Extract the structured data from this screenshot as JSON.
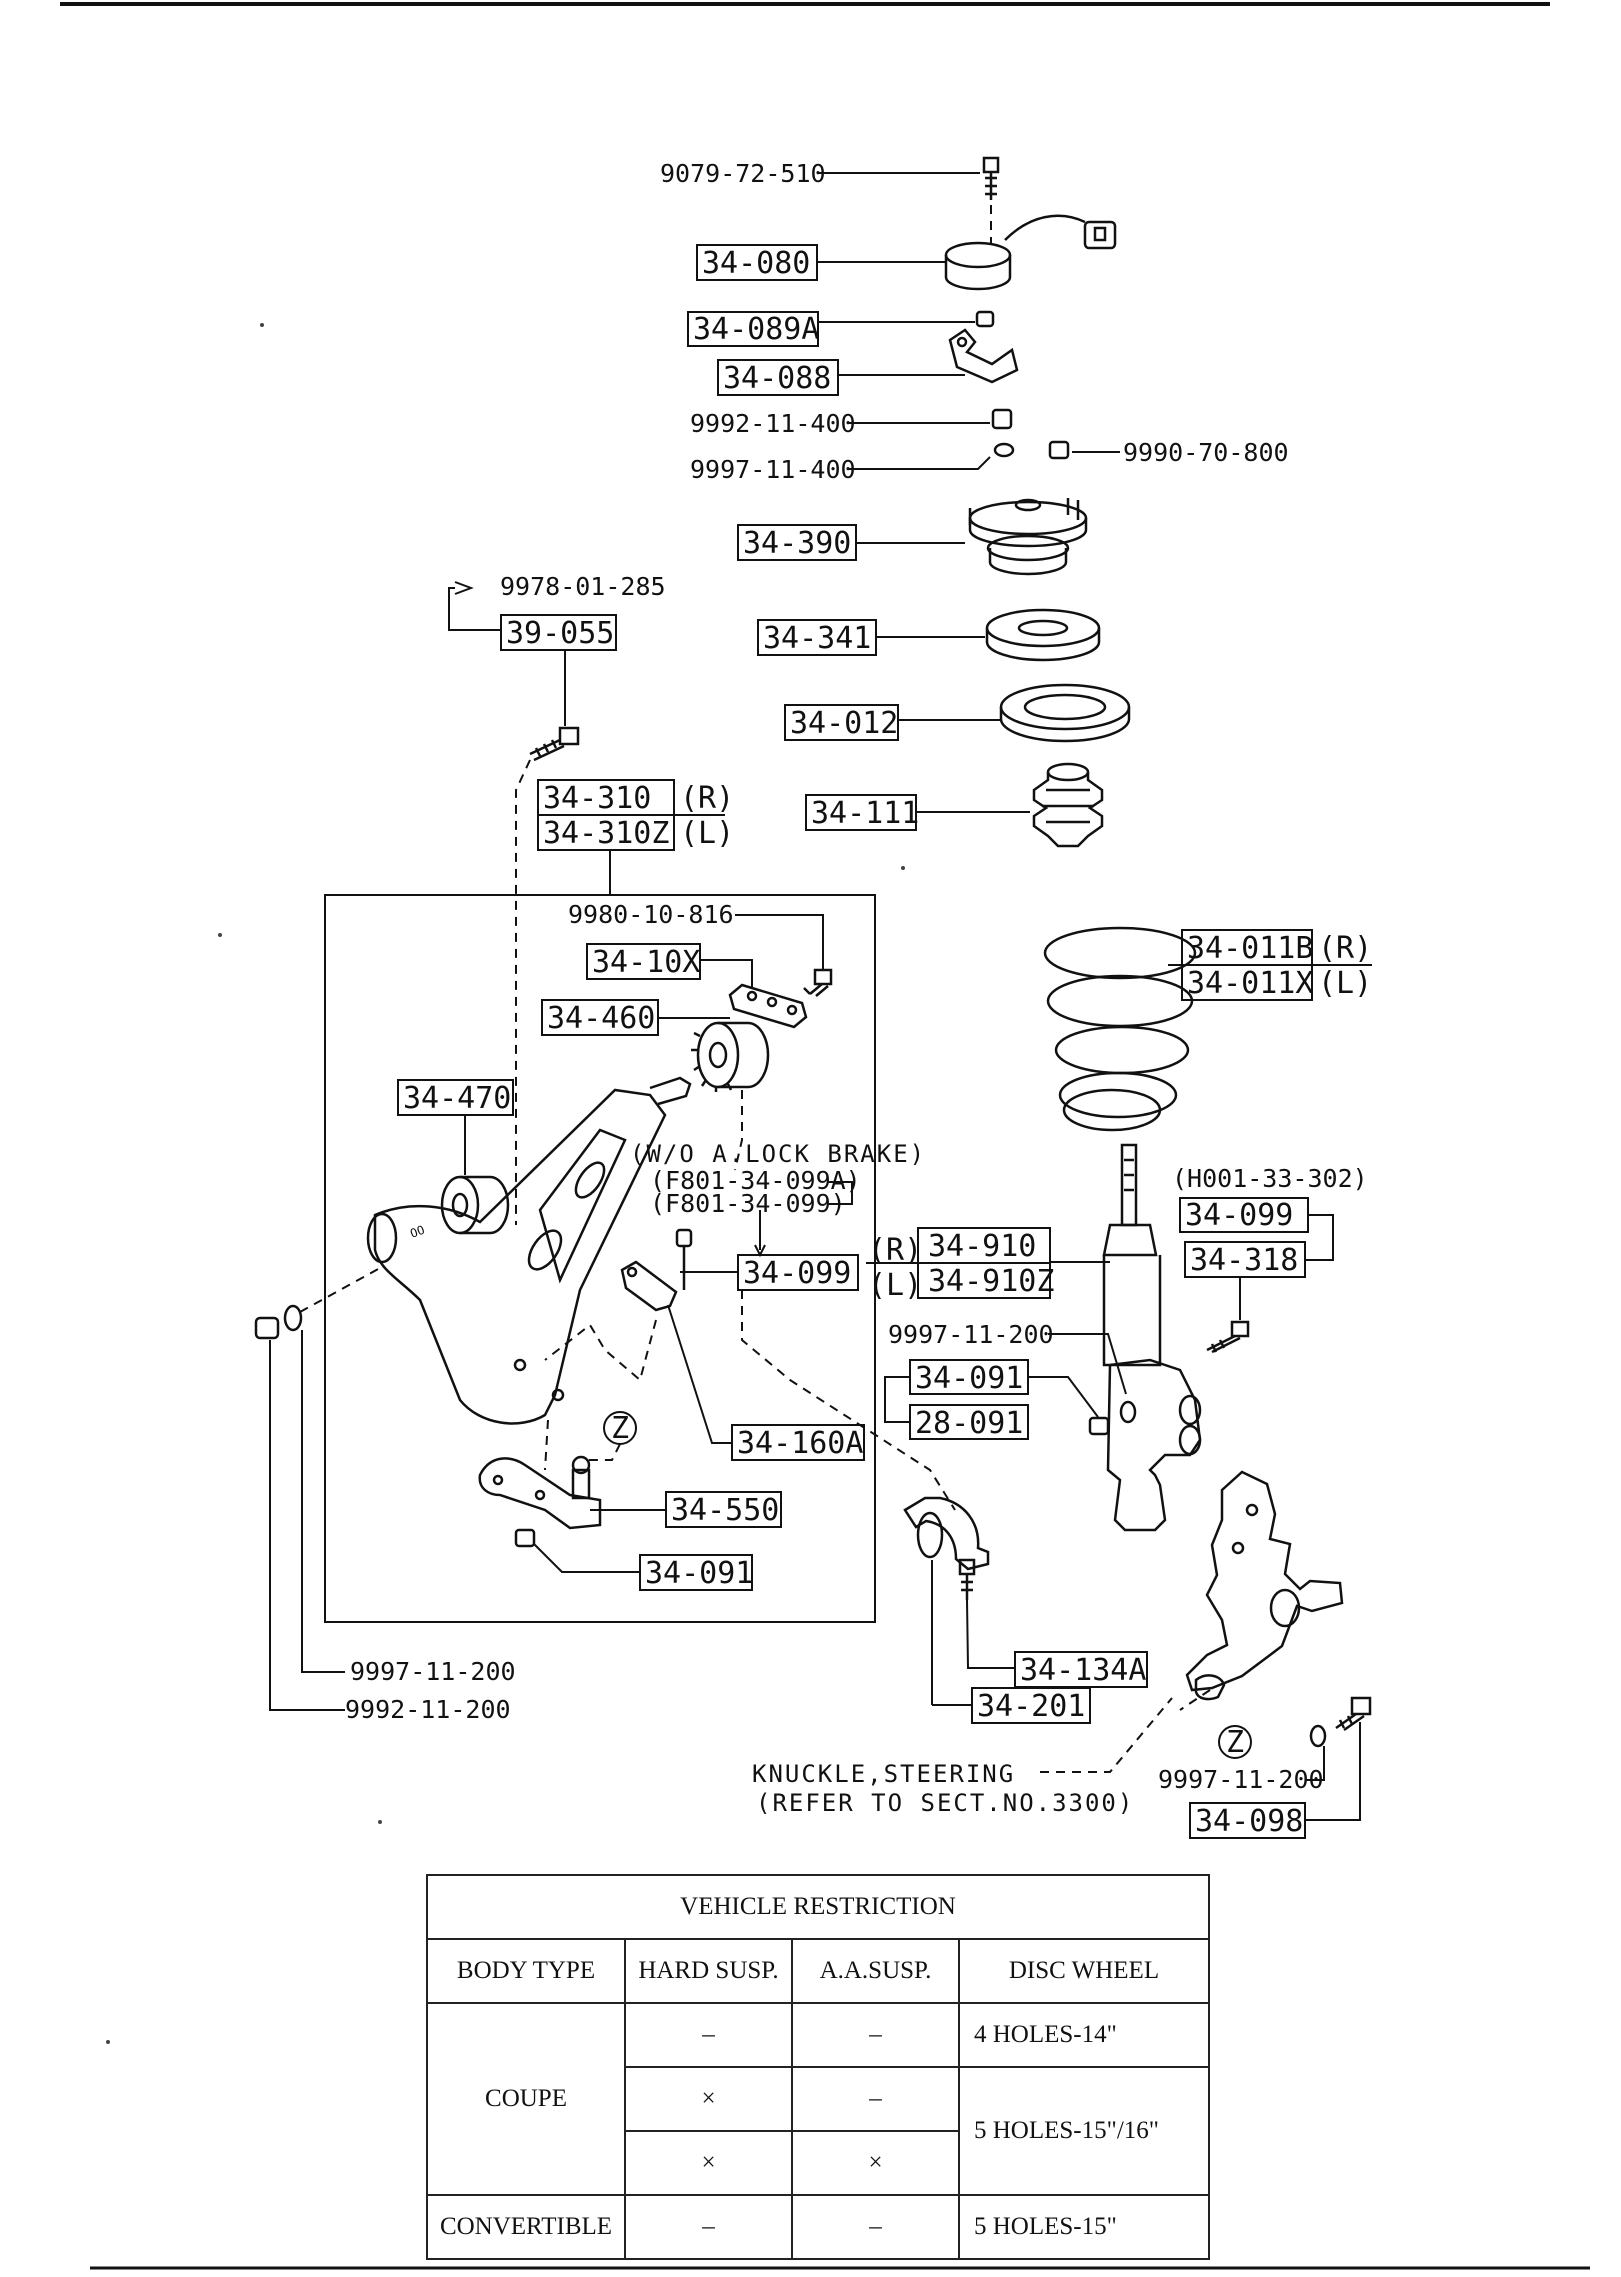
{
  "labels": {
    "p9079": "9079-72-510",
    "p34_080": "34-080",
    "p34_089a": "34-089A",
    "p34_088": "34-088",
    "p9992_400": "9992-11-400",
    "p9997_400": "9997-11-400",
    "p9990": "9990-70-800",
    "p34_390": "34-390",
    "p9978": "9978-01-285",
    "p39_055": "39-055",
    "p34_341": "34-341",
    "p34_012": "34-012",
    "p34_111": "34-111",
    "p34_310": "34-310",
    "p34_310z": "34-310Z",
    "r1": "(R)",
    "l1": "(L)",
    "p9980": "9980-10-816",
    "p34_10x": "34-10X",
    "p34_460": "34-460",
    "p34_470": "34-470",
    "p34_011b": "34-011B",
    "p34_011x": "34-011X",
    "r2": "(R)",
    "l2": "(L)",
    "wo_abs": "(W/O A.LOCK BRAKE)",
    "f099a": "(F801-34-099A)",
    "f099": "(F801-34-099)",
    "h001": "(H001-33-302)",
    "p34_099a": "34-099",
    "p34_099b": "34-099",
    "p34_318": "34-318",
    "r3": "(R)",
    "l3": "(L)",
    "p34_910": "34-910",
    "p34_910z": "34-910Z",
    "p9997_200a": "9997-11-200",
    "p34_091a": "34-091",
    "p28_091": "28-091",
    "p34_160a": "34-160A",
    "z1": "Z",
    "p34_550": "34-550",
    "p34_091b": "34-091",
    "p34_134a": "34-134A",
    "p34_201": "34-201",
    "p9997_200b": "9997-11-200",
    "p9992_200": "9992-11-200",
    "knuckle1": "KNUCKLE,STEERING",
    "knuckle2": "(REFER TO SECT.NO.3300)",
    "p9997_200c": "9997-11-200",
    "z2": "Z",
    "p34_098": "34-098"
  },
  "table": {
    "title": "VEHICLE  RESTRICTION",
    "headers": [
      "BODY TYPE",
      "HARD SUSP.",
      "A.A.SUSP.",
      "DISC WHEEL"
    ],
    "rows": [
      {
        "hard": "–",
        "aa": "–",
        "wheel": "4 HOLES-14\""
      },
      {
        "body": "COUPE",
        "hard": "×",
        "aa": "–",
        "wheel": "5 HOLES-15\"/16\""
      },
      {
        "hard": "×",
        "aa": "×"
      },
      {
        "body": "CONVERTIBLE",
        "hard": "–",
        "aa": "–",
        "wheel": "5 HOLES-15\""
      }
    ]
  }
}
